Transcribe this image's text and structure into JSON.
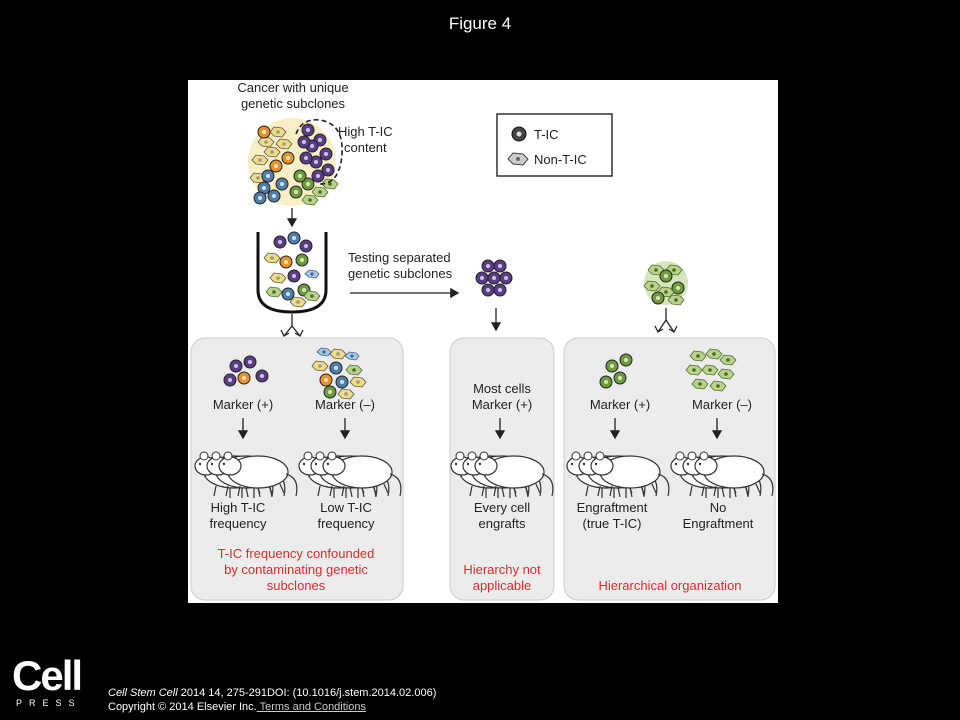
{
  "page": {
    "title": "Figure 4"
  },
  "figure": {
    "top_label": [
      "Cancer with unique",
      "genetic subclones"
    ],
    "high_tic_label": [
      "High T-IC",
      "content"
    ],
    "legend": {
      "tic": "T-IC",
      "non_tic": "Non-T-IC"
    },
    "testing_label": [
      "Testing separated",
      "genetic subclones"
    ],
    "panel1": {
      "marker_pos": "Marker (+)",
      "marker_neg": "Marker (–)",
      "result_pos": [
        "High T-IC",
        "frequency"
      ],
      "result_neg": [
        "Low T-IC",
        "frequency"
      ],
      "conclusion": [
        "T-IC frequency confounded",
        "by contaminating genetic",
        "subclones"
      ]
    },
    "panel2": {
      "label": [
        "Most cells",
        "Marker (+)"
      ],
      "result": [
        "Every cell",
        "engrafts"
      ],
      "conclusion": [
        "Hierarchy not",
        "applicable"
      ]
    },
    "panel3": {
      "marker_pos": "Marker (+)",
      "marker_neg": "Marker (–)",
      "result_pos": [
        "Engraftment",
        "(true T-IC)"
      ],
      "result_neg": [
        "No",
        "Engraftment"
      ],
      "conclusion": [
        "Hierarchical organization"
      ]
    },
    "colors": {
      "conclusion_red": "#d0312d",
      "panel_bg": "#ececec",
      "yellow": "#f0dc82",
      "purple": "#5b3d87",
      "blue": "#4f7fa8",
      "green": "#6f9a3d",
      "orange": "#e8922e"
    }
  },
  "footer": {
    "journal": "Cell Stem Cell",
    "citation": " 2014 14, 275-291DOI: (10.1016/j.stem.2014.02.006)",
    "copyright": "Copyright © 2014 Elsevier Inc.",
    "terms": " Terms and Conditions"
  },
  "logo": {
    "text": "Cell",
    "sub": "PRESS"
  }
}
